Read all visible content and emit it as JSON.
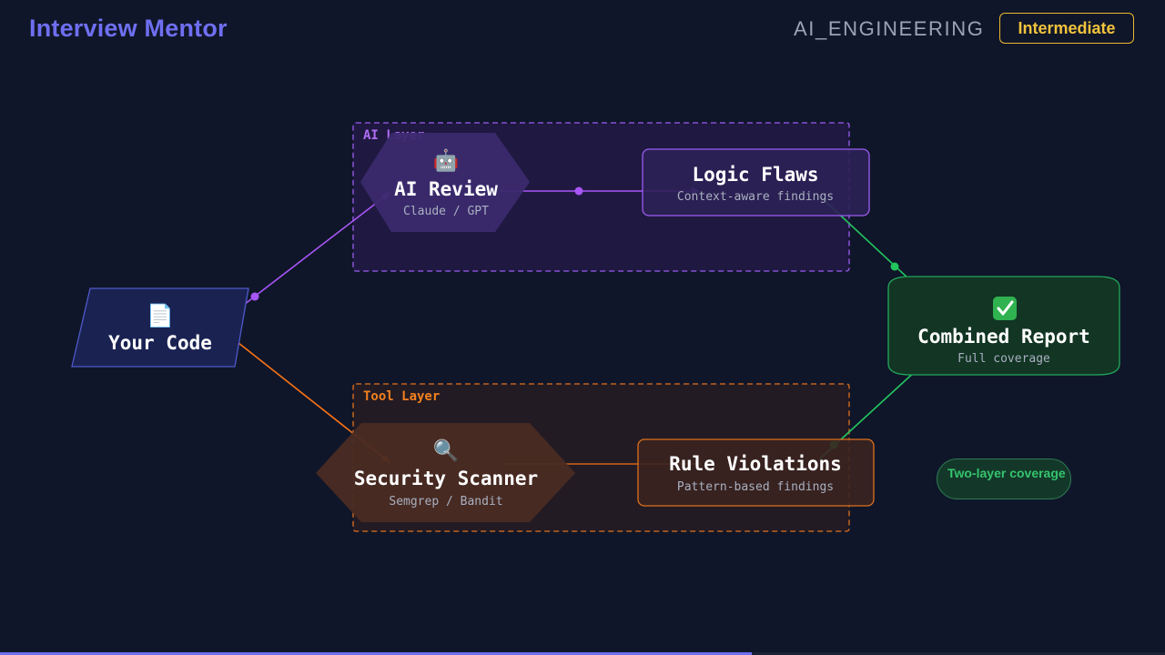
{
  "header": {
    "brand": "Interview Mentor",
    "category": "AI_ENGINEERING",
    "level": "Intermediate"
  },
  "groups": {
    "ai_layer": "AI Layer",
    "tool_layer": "Tool Layer"
  },
  "nodes": {
    "your_code": {
      "icon": "📄",
      "icon_name": "document-icon",
      "title": "Your Code"
    },
    "ai_review": {
      "icon": "🤖",
      "icon_name": "robot-icon",
      "title": "AI Review",
      "subtitle": "Claude / GPT"
    },
    "logic_flaws": {
      "title": "Logic Flaws",
      "subtitle": "Context-aware findings"
    },
    "security_scanner": {
      "icon": "🔍",
      "icon_name": "magnifier-icon",
      "title": "Security Scanner",
      "subtitle": "Semgrep / Bandit"
    },
    "rule_violations": {
      "title": "Rule Violations",
      "subtitle": "Pattern-based findings"
    },
    "combined_report": {
      "icon": "✅",
      "icon_name": "check-icon",
      "title": "Combined Report",
      "subtitle": "Full coverage"
    }
  },
  "callout": "Two-layer coverage",
  "progress": 0.645,
  "colors": {
    "accent": "#6f6ff2",
    "ai": "#a855f7",
    "tool": "#f97316",
    "report": "#22c55e",
    "level": "#f2c33c"
  }
}
